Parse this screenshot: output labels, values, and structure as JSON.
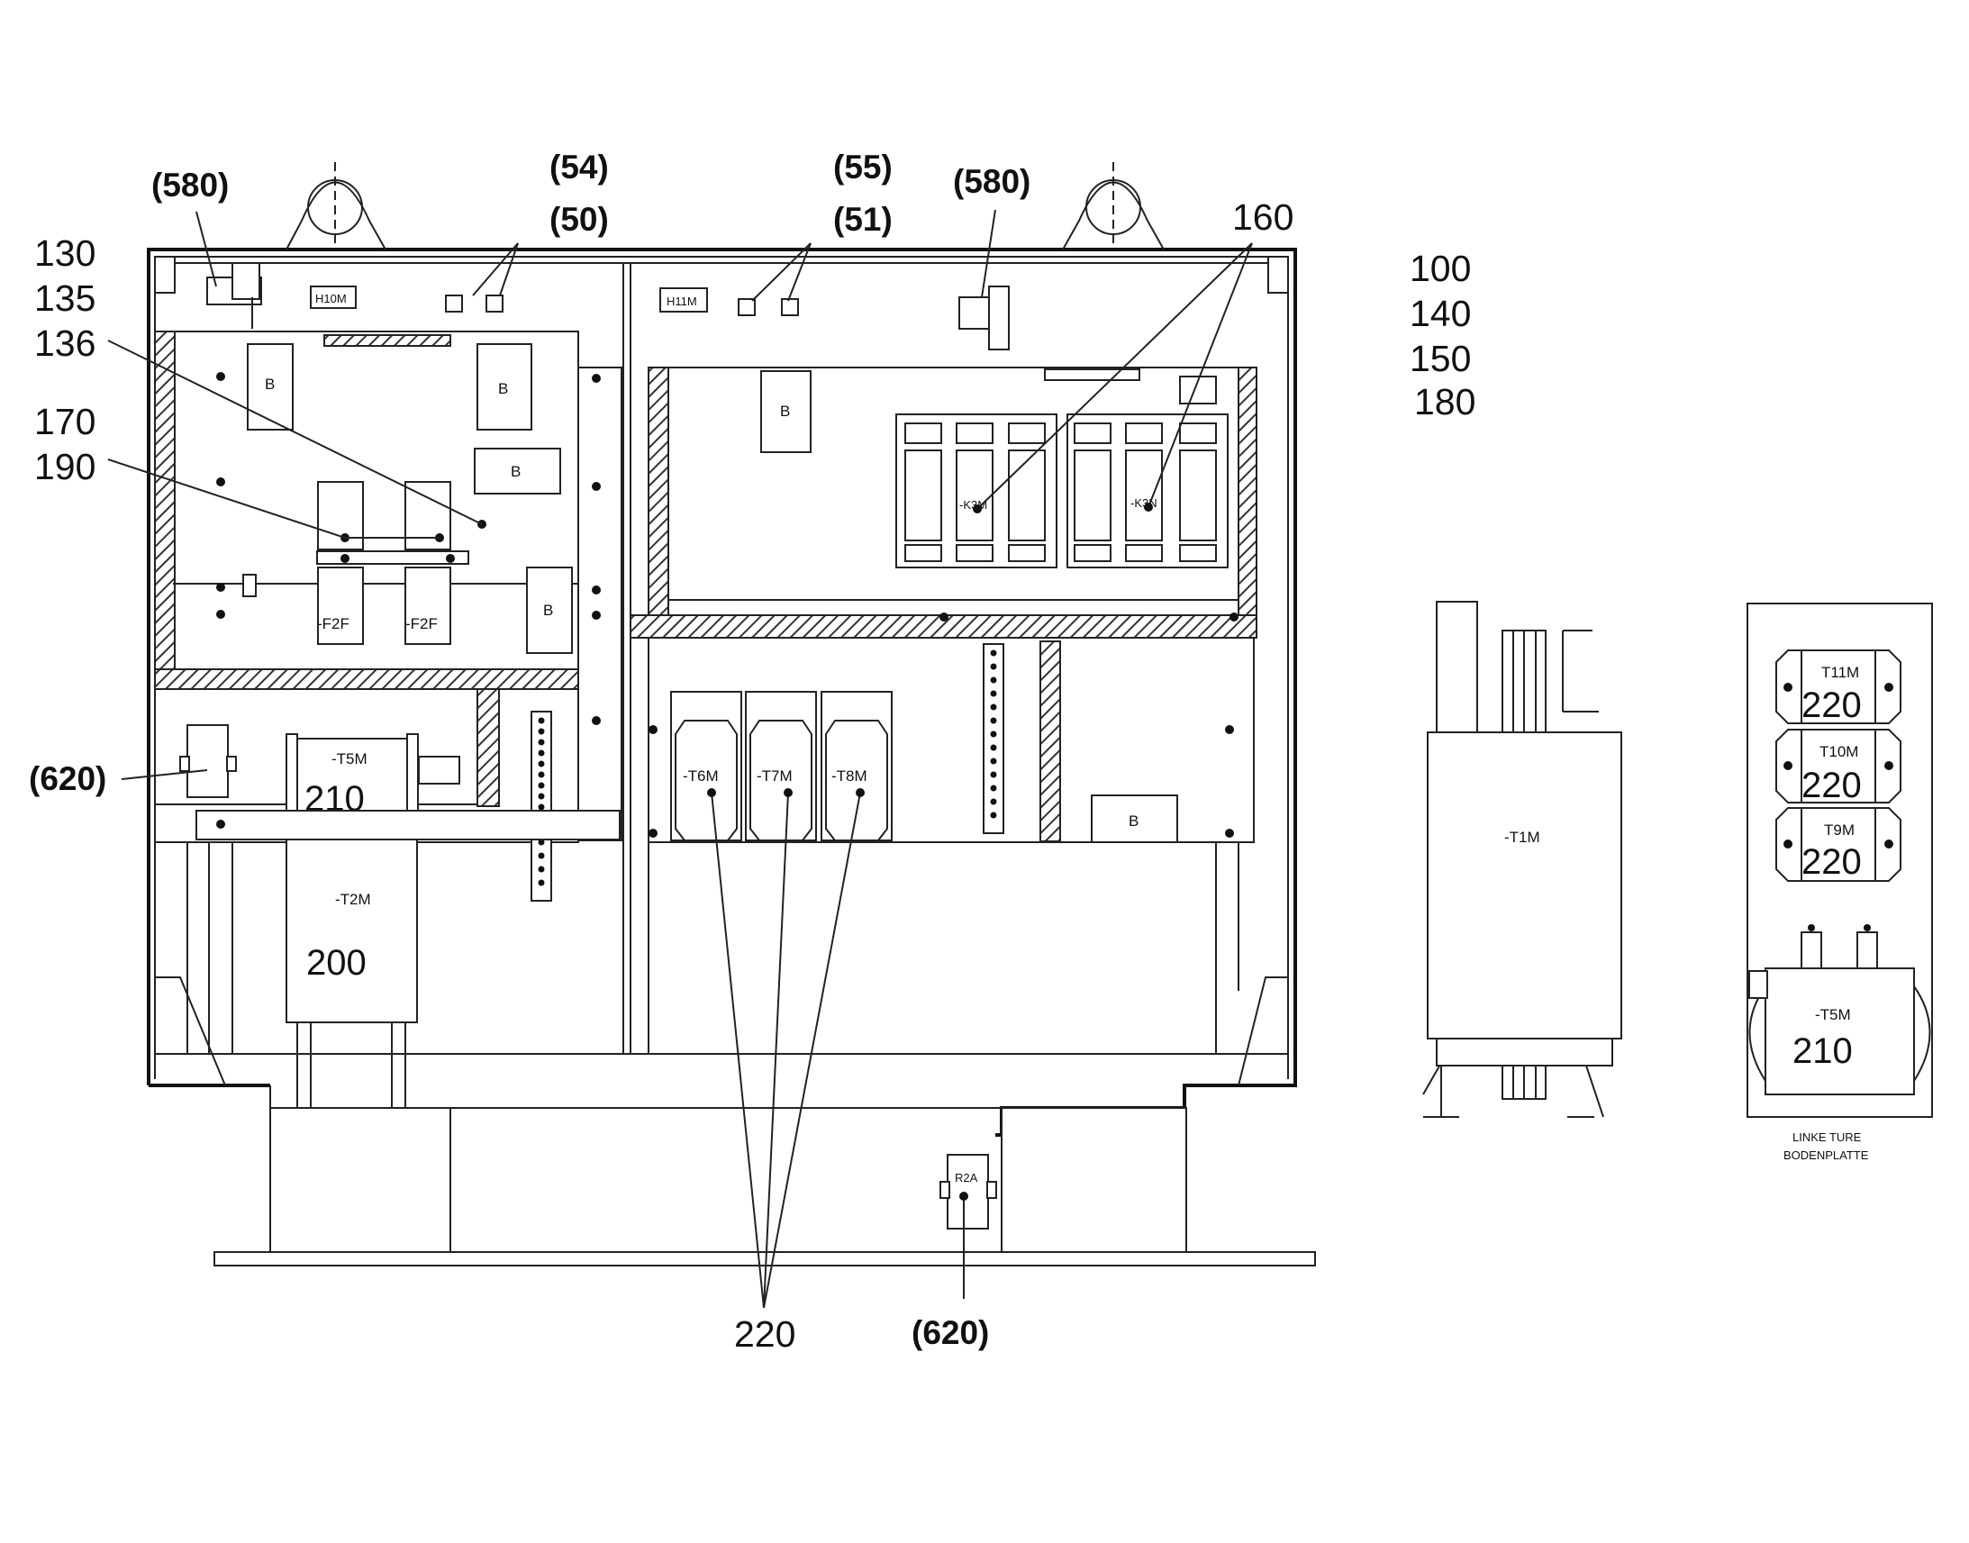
{
  "callouts": {
    "c580_left": "(580)",
    "c54": "(54)",
    "c50": "(50)",
    "c55": "(55)",
    "c51": "(51)",
    "c580_right": "(580)",
    "c160": "160",
    "c130": "130",
    "c135": "135",
    "c136": "136",
    "c170": "170",
    "c190": "190",
    "c100": "100",
    "c140": "140",
    "c150": "150",
    "c180": "180",
    "c620_left": "(620)",
    "c620_bottom": "(620)",
    "c220_bottom": "220",
    "c210_main": "210",
    "c200": "200",
    "c220_t11": "220",
    "c220_t10": "220",
    "c220_t9": "220",
    "c210_door": "210"
  },
  "components": {
    "h10m": "H10M",
    "h11m": "H11M",
    "b": "B",
    "f2f": "-F2F",
    "t5m": "-T5M",
    "t2m": "-T2M",
    "t6m": "-T6M",
    "t7m": "-T7M",
    "t8m": "-T8M",
    "t1m": "-T1M",
    "t11m": "T11M",
    "t10m": "T10M",
    "t9m": "T9M",
    "r2a": "R2A",
    "k3m": "-K3M",
    "k3n": "-K3N"
  },
  "door_caption": {
    "line1": "LINKE TURE",
    "line2": "BODENPLATTE"
  }
}
